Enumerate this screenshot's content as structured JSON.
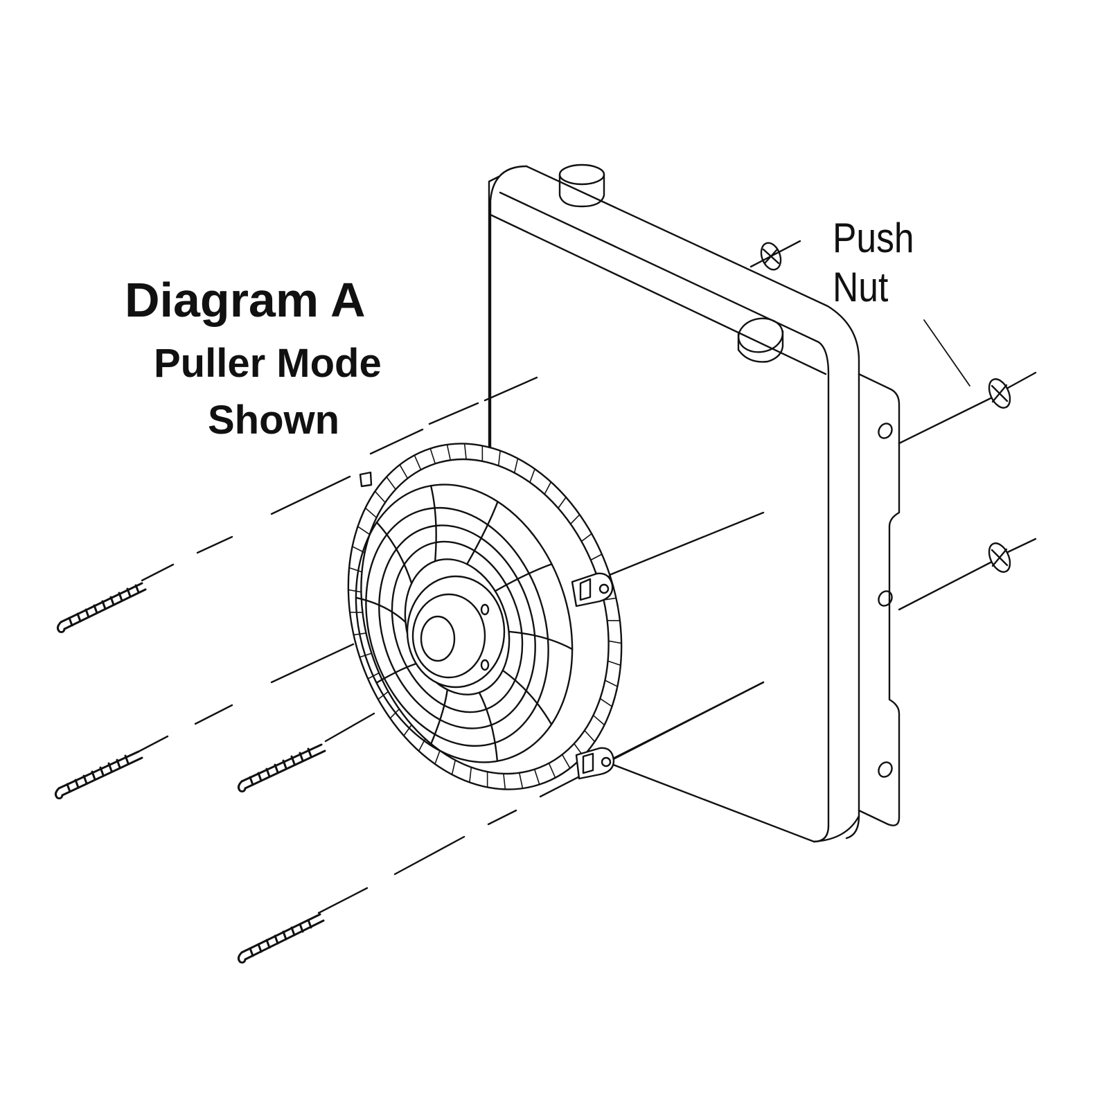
{
  "diagram": {
    "title": "Diagram A",
    "subtitle_line1": "Puller Mode",
    "subtitle_line2": "Shown",
    "callout_line1": "Push",
    "callout_line2": "Nut"
  },
  "colors": {
    "ink": "#111111",
    "background": "#ffffff"
  },
  "icons": [
    "radiator-icon",
    "fan-icon",
    "mounting-rod-icon",
    "push-nut-icon",
    "radiator-cap-icon"
  ]
}
